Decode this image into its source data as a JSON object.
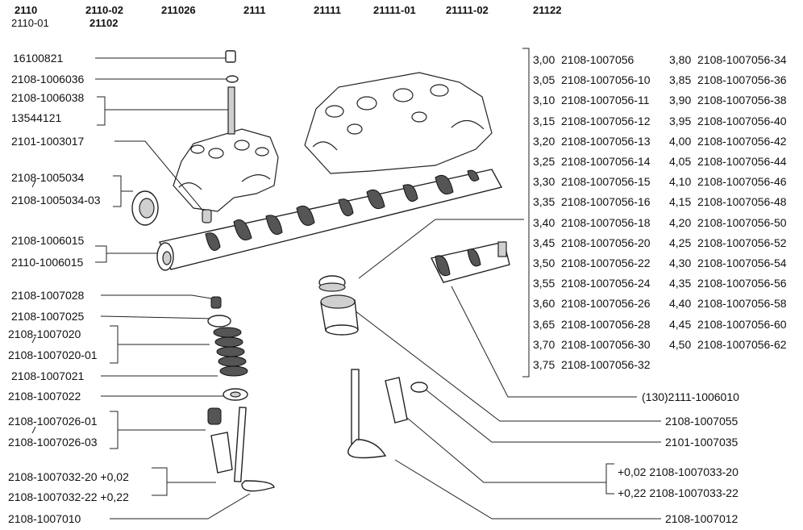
{
  "header": {
    "models_top": [
      "2110",
      "2110-02",
      "211026",
      "2111",
      "21111",
      "21111-01",
      "21111-02",
      "21122"
    ],
    "models_bottom": [
      "2110-01",
      "21102"
    ]
  },
  "left_labels": {
    "nut": "16100821",
    "washer": "2108-1006036",
    "stud_a": "2108-1006038",
    "stud_b": "13544121",
    "bushing": "2101-1003017",
    "seal_a": "2108-1005034",
    "seal_b": "2108-1005034-03",
    "camshaft_a": "2108-1006015",
    "camshaft_b": "2110-1006015",
    "cotter": "2108-1007028",
    "spring_plate": "2108-1007025",
    "spring_a": "2108-1007020",
    "spring_b": "2108-1007020-01",
    "washer_spring": "2108-1007021",
    "washer_lower": "2108-1007022",
    "cap_a": "2108-1007026-01",
    "cap_b": "2108-1007026-03",
    "guide_a": "2108-1007032-20 +0,02",
    "guide_b": "2108-1007032-22 +0,22",
    "valve_intake": "2108-1007010"
  },
  "right_labels": {
    "camshaft_alt": "(130)2111-1006010",
    "tappet": "2108-1007055",
    "ring": "2101-1007035",
    "guide_a": "+0,02 2108-1007033-20",
    "guide_b": "+0,22 2108-1007033-22",
    "valve_exhaust": "2108-1007012"
  },
  "shim_table": [
    {
      "size": "3,00",
      "part": "2108-1007056",
      "size2": "3,80",
      "part2": "2108-1007056-34"
    },
    {
      "size": "3,05",
      "part": "2108-1007056-10",
      "size2": "3,85",
      "part2": "2108-1007056-36"
    },
    {
      "size": "3,10",
      "part": "2108-1007056-11",
      "size2": "3,90",
      "part2": "2108-1007056-38"
    },
    {
      "size": "3,15",
      "part": "2108-1007056-12",
      "size2": "3,95",
      "part2": "2108-1007056-40"
    },
    {
      "size": "3,20",
      "part": "2108-1007056-13",
      "size2": "4,00",
      "part2": "2108-1007056-42"
    },
    {
      "size": "3,25",
      "part": "2108-1007056-14",
      "size2": "4,05",
      "part2": "2108-1007056-44"
    },
    {
      "size": "3,30",
      "part": "2108-1007056-15",
      "size2": "4,10",
      "part2": "2108-1007056-46"
    },
    {
      "size": "3,35",
      "part": "2108-1007056-16",
      "size2": "4,15",
      "part2": "2108-1007056-48"
    },
    {
      "size": "3,40",
      "part": "2108-1007056-18",
      "size2": "4,20",
      "part2": "2108-1007056-50"
    },
    {
      "size": "3,45",
      "part": "2108-1007056-20",
      "size2": "4,25",
      "part2": "2108-1007056-52"
    },
    {
      "size": "3,50",
      "part": "2108-1007056-22",
      "size2": "4,30",
      "part2": "2108-1007056-54"
    },
    {
      "size": "3,55",
      "part": "2108-1007056-24",
      "size2": "4,35",
      "part2": "2108-1007056-56"
    },
    {
      "size": "3,60",
      "part": "2108-1007056-26",
      "size2": "4,40",
      "part2": "2108-1007056-58"
    },
    {
      "size": "3,65",
      "part": "2108-1007056-28",
      "size2": "4,45",
      "part2": "2108-1007056-60"
    },
    {
      "size": "3,70",
      "part": "2108-1007056-30",
      "size2": "4,50",
      "part2": "2108-1007056-62"
    },
    {
      "size": "3,75",
      "part": "2108-1007056-32",
      "size2": "",
      "part2": ""
    }
  ]
}
